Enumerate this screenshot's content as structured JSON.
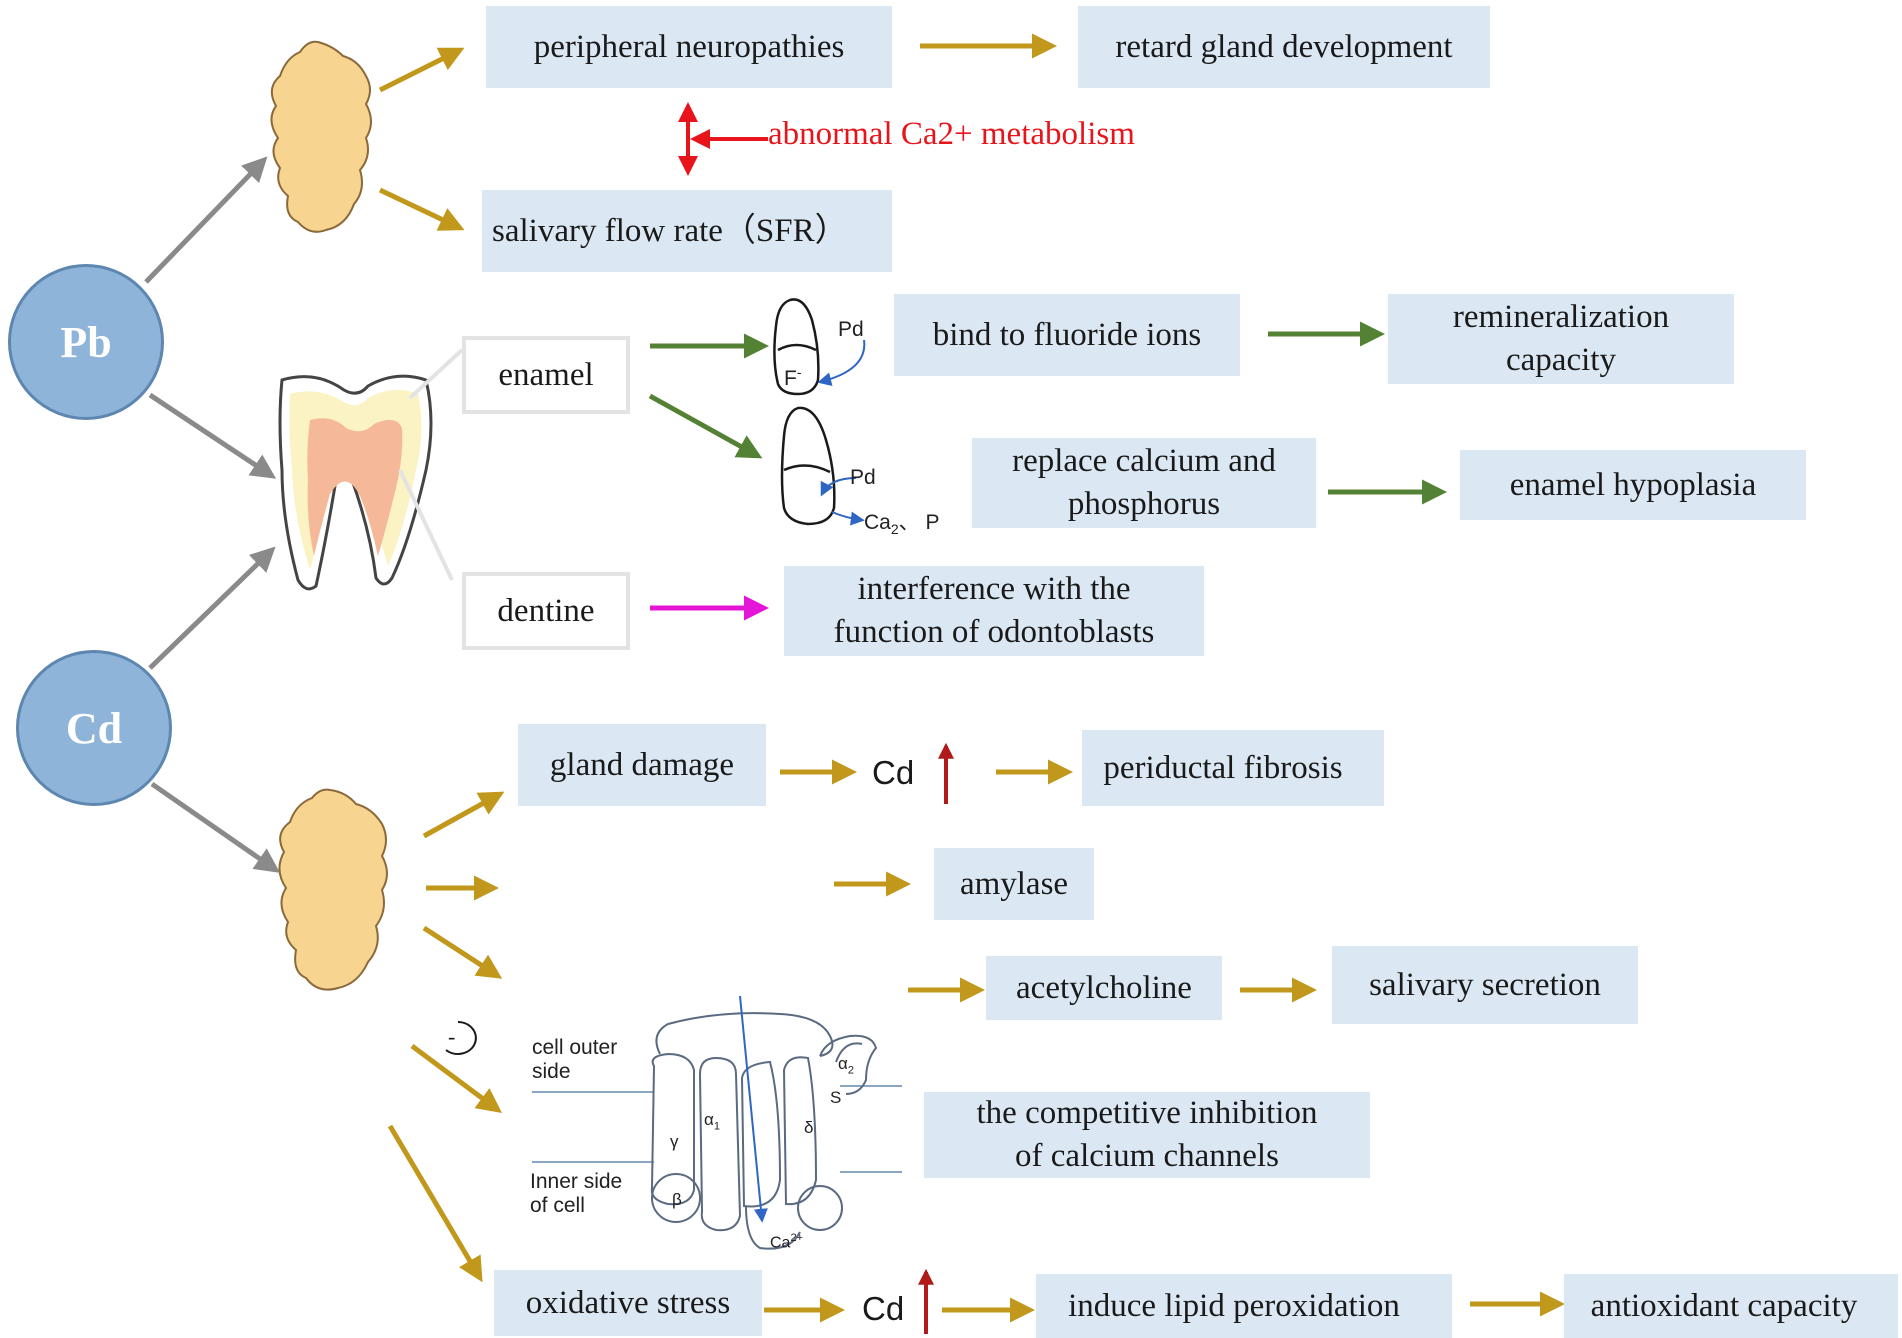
{
  "nodes": {
    "pb": "Pb",
    "cd": "Cd",
    "peripheral_neuropathies": "peripheral neuropathies",
    "retard_gland": "retard gland development",
    "abnormal_ca": "abnormal Ca2+ metabolism",
    "sfr": "salivary flow rate（SFR）",
    "enamel": "enamel",
    "dentine": "dentine",
    "bind_fluoride": "bind to fluoride ions",
    "remineralization_1": "remineralization",
    "remineralization_2": "capacity",
    "replace_ca_1": "replace calcium and",
    "replace_ca_2": "phosphorus",
    "enamel_hypoplasia": "enamel hypoplasia",
    "interference_1": "interference with the",
    "interference_2": "function of odontoblasts",
    "gland_damage": "gland damage",
    "cd_marker_1": "Cd",
    "periductal_fibrosis": "periductal fibrosis",
    "amylase": "amylase",
    "acetylcholine": "acetylcholine",
    "salivary_secretion": "salivary secretion",
    "competitive_1": "the competitive inhibition",
    "competitive_2": "of calcium channels",
    "oxidative_stress": "oxidative stress",
    "cd_marker_2": "Cd",
    "lipid_peroxidation": "induce lipid peroxidation",
    "antioxidant_capacity": "antioxidant capacity"
  },
  "tooth_labels": {
    "pd_1": "Pd",
    "f_ion": "F",
    "f_charge": "-",
    "pd_2": "Pd",
    "ca": "Ca",
    "ca_sub": "2",
    "sep_p": "、 P"
  },
  "channel_labels": {
    "outer_1": "cell outer",
    "outer_2": "side",
    "inner_1": "Inner side",
    "inner_2": "of cell",
    "gamma": "γ",
    "alpha1": "α",
    "alpha1_sub": "1",
    "delta": "δ",
    "s": "S",
    "alpha2": "α",
    "alpha2_sub": "2",
    "beta": "β",
    "ca_ion": "Ca",
    "ca_ion_sup": "2+",
    "minus": "-"
  },
  "colors": {
    "gray_arrow": "#8a8a8a",
    "gold_arrow": "#c1981b",
    "green_arrow": "#548235",
    "magenta_arrow": "#e616d8",
    "red_marker": "#e8141b",
    "dark_red": "#b01a1a",
    "blue_marker": "#1f73c0",
    "box_fill": "#dbe8f3",
    "circle_fill": "#8fb4da",
    "gland_fill": "#f7d48f"
  }
}
